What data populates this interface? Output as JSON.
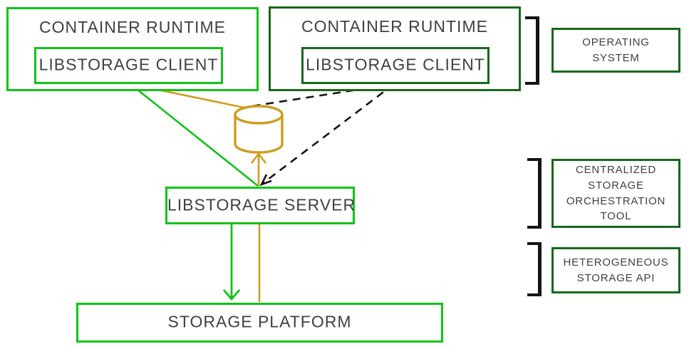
{
  "colors": {
    "bright_green": "#10c417",
    "dark_green": "#17681b",
    "gold": "#cd9d1c",
    "ink": "#141414",
    "text": "#404040",
    "bg": "#ffffff"
  },
  "diagram": {
    "left_runtime": {
      "title": "CONTAINER RUNTIME",
      "client": "LIBSTORAGE CLIENT"
    },
    "right_runtime": {
      "title": "CONTAINER RUNTIME",
      "client": "LIBSTORAGE CLIENT"
    },
    "server": {
      "title": "LIBSTORAGE SERVER"
    },
    "platform": {
      "title": "STORAGE PLATFORM"
    },
    "side_labels": {
      "operating_system": "OPERATING\nSYSTEM",
      "orchestration_tool": "CENTRALIZED\nSTORAGE\nORCHESTRATION\nTOOL",
      "storage_api": "HETEROGENEOUS\nSTORAGE API"
    },
    "icons": {
      "database": "database-cylinder-icon"
    }
  }
}
